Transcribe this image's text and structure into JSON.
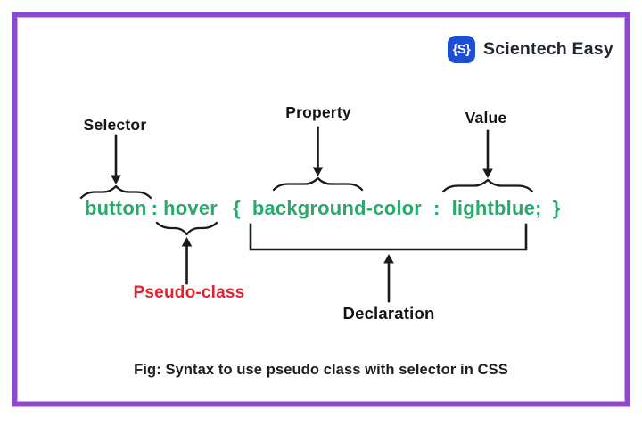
{
  "brand": {
    "glyph": "{S}",
    "name": "Scientech Easy"
  },
  "annotations": {
    "selector": "Selector",
    "property": "Property",
    "value": "Value",
    "pseudo_class": "Pseudo-class",
    "declaration": "Declaration"
  },
  "code": {
    "selector": "button",
    "colon_1": ":",
    "pseudo_class": "hover",
    "brace_open": "{",
    "property": "background-color",
    "colon_2": ":",
    "value": "lightblue;",
    "brace_close": "}"
  },
  "caption": "Fig: Syntax to use pseudo class with selector in CSS",
  "colors": {
    "code_green": "#29a96b",
    "pseudo_class_red": "#e3212f",
    "logo_blue": "#1d4ed8",
    "frame_purple": "#8b49cf",
    "ink": "#1a1a1a"
  }
}
